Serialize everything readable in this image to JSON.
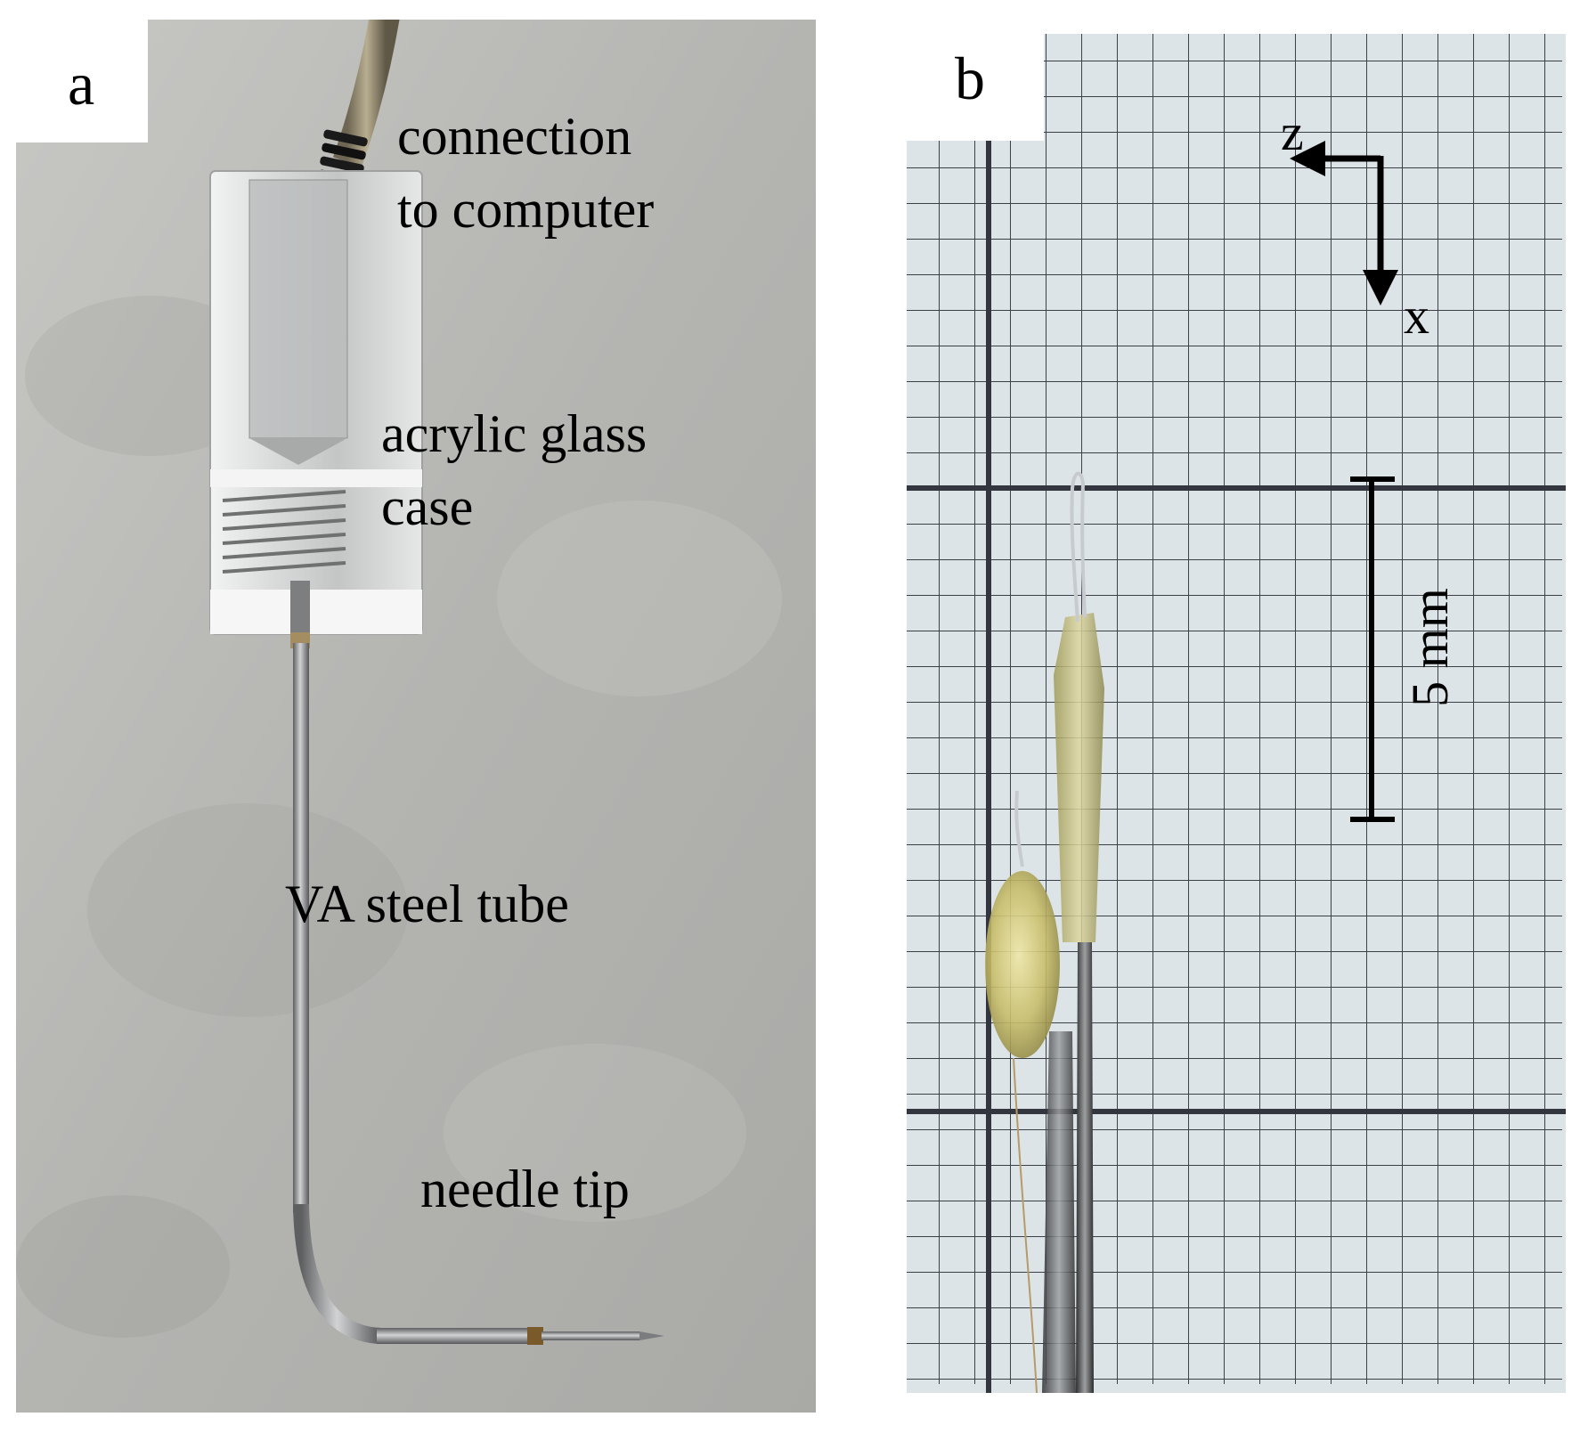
{
  "figure": {
    "panel_a": {
      "letter": "a",
      "labels": {
        "connection_line1": "connection",
        "connection_line2": "to computer",
        "acrylic_line1": "acrylic glass",
        "acrylic_line2": "case",
        "tube": "VA steel tube",
        "needle": "needle tip"
      }
    },
    "panel_b": {
      "letter": "b",
      "axis_z": "z",
      "axis_x": "x",
      "scale_bar": "5 mm"
    }
  },
  "colors": {
    "background_a": "#b9b9b6",
    "grid_paper": "#dde4e8",
    "grid_lines": "#3c3f48",
    "acrylic": "#e8eaea",
    "steel": "#8b8d8f",
    "resin": "#c9c27a"
  }
}
